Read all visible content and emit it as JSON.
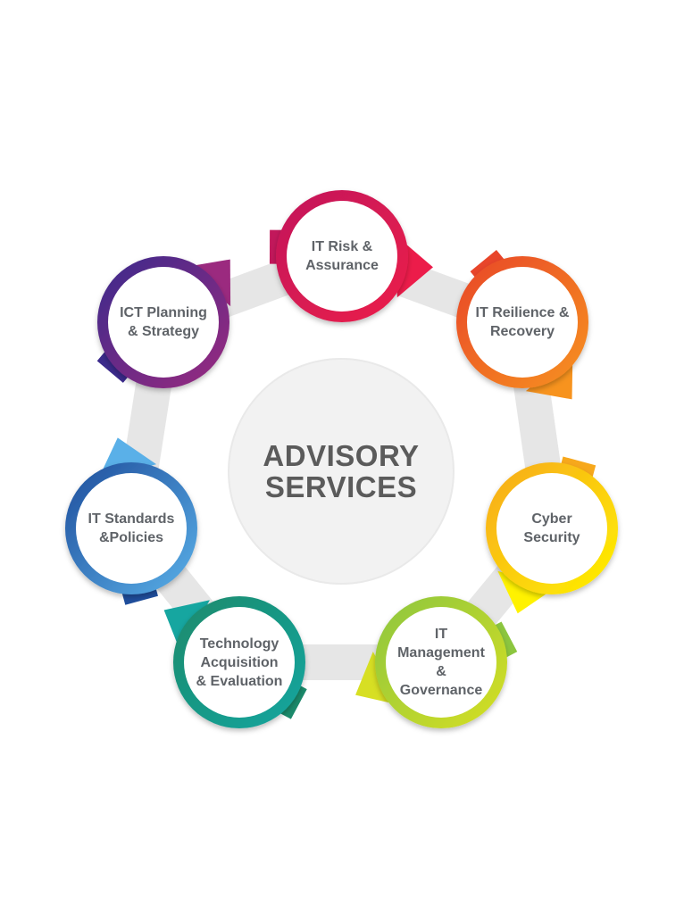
{
  "center": {
    "lines": [
      "ADVISORY",
      "SERVICES"
    ]
  },
  "nodes": [
    {
      "lines": [
        "IT Risk &",
        "Assurance"
      ],
      "color_a": "#c2185b",
      "color_b": "#ec1c4a"
    },
    {
      "lines": [
        "IT Reilience &",
        "Recovery"
      ],
      "color_a": "#e8452a",
      "color_b": "#f7931e"
    },
    {
      "lines": [
        "Cyber",
        "Security"
      ],
      "color_a": "#f7a81c",
      "color_b": "#fff200"
    },
    {
      "lines": [
        "IT",
        "Management",
        "&",
        "Governance"
      ],
      "color_a": "#8cc63f",
      "color_b": "#d7df23"
    },
    {
      "lines": [
        "Technology",
        "Acquisition",
        "& Evaluation"
      ],
      "color_a": "#1b8a6b",
      "color_b": "#16a6a0"
    },
    {
      "lines": [
        "IT Standards",
        "&Policies"
      ],
      "color_a": "#1f4e9c",
      "color_b": "#5ab0e8"
    },
    {
      "lines": [
        "ICT Planning",
        "& Strategy"
      ],
      "color_a": "#3b2a8c",
      "color_b": "#9b2a7f"
    }
  ]
}
